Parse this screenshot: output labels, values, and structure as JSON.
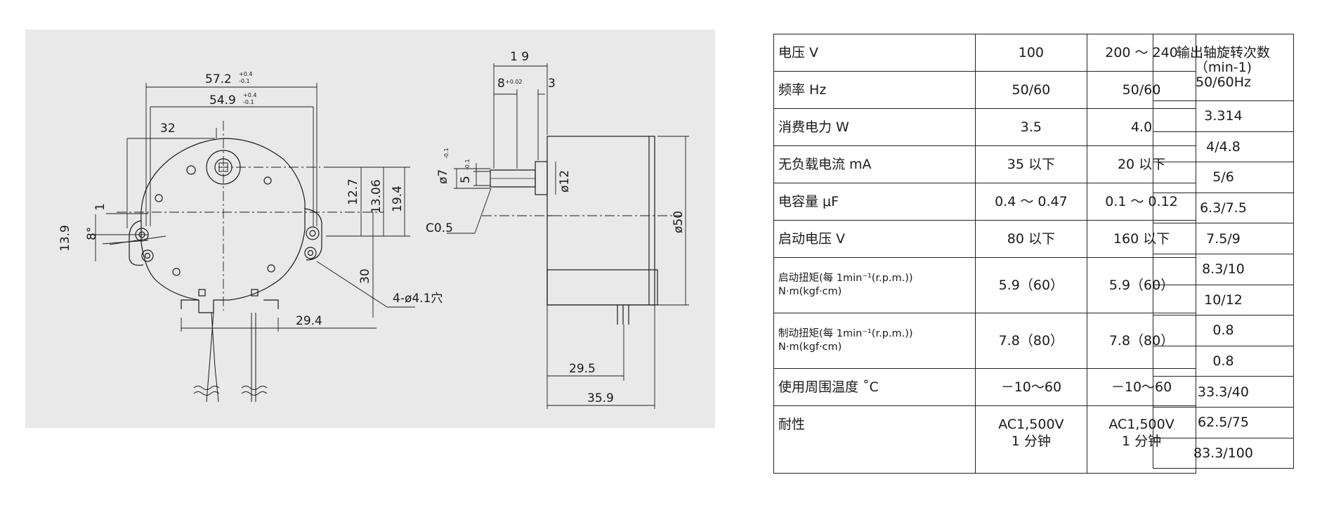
{
  "drawing": {
    "front_view": {
      "dim_total_width": "57.2",
      "dim_total_width_tol_top": "+0.4",
      "dim_total_width_tol_bottom": "-0.1",
      "dim_hole_pitch": "54.9",
      "dim_hole_pitch_tol_top": "+0.4",
      "dim_hole_pitch_tol_bottom": "-0.1",
      "dim_32": "32",
      "dim_1": "1",
      "dim_8deg": "8°",
      "dim_13_9": "13.9",
      "dim_12_7": "12.7",
      "dim_13_06": "13.06",
      "dim_19_4": "19.4",
      "dim_30": "30",
      "dim_29_4": "29.4",
      "hole_note": "4-ø4.1穴"
    },
    "side_view": {
      "dim_19": "1 9",
      "dim_8": "8",
      "dim_8_tol": "+0.02",
      "dim_3": "3",
      "dim_phi7": "ø7",
      "dim_phi7_tol": "-0.1",
      "dim_5": "5",
      "dim_5_tol": "-0.1",
      "dim_phi12": "ø12",
      "dim_c05": "C0.5",
      "dim_phi50": "ø50",
      "dim_29_5": "29.5",
      "dim_35_9": "35.9"
    }
  },
  "spec_table": {
    "rows": [
      {
        "label": "电压 V",
        "v1": "100",
        "v2": "200 ～ 240"
      },
      {
        "label": "频率 Hz",
        "v1": "50/60",
        "v2": "50/60"
      },
      {
        "label": "消费电力 W",
        "v1": "3.5",
        "v2": "4.0"
      },
      {
        "label": "无负载电流 mA",
        "v1": "35 以下",
        "v2": "20 以下"
      },
      {
        "label": "电容量 μF",
        "v1": "0.4 ～ 0.47",
        "v2": "0.1 ～ 0.12"
      },
      {
        "label": "启动电压 V",
        "v1": "80 以下",
        "v2": "160 以下"
      },
      {
        "label": "启动扭矩(每 1min⁻¹(r.p.m.))",
        "label2": "N·m(kgf·cm)",
        "v1": "5.9（60）",
        "v2": "5.9（60）"
      },
      {
        "label": "制动扭矩(每 1min⁻¹(r.p.m.))",
        "label2": "N·m(kgf·cm)",
        "v1": "7.8（80）",
        "v2": "7.8（80）"
      },
      {
        "label": "使用周围温度 ˚C",
        "v1": "－10～60",
        "v2": "－10～60"
      },
      {
        "label": "耐性",
        "v1": "AC1,500V",
        "v1b": "1 分钟",
        "v2": "AC1,500V",
        "v2b": "1 分钟"
      }
    ]
  },
  "speed_table": {
    "header": [
      "输出轴旋转次数",
      "（min-1)",
      "50/60Hz"
    ],
    "values": [
      "3.314",
      "4/4.8",
      "5/6",
      "6.3/7.5",
      "7.5/9",
      "8.3/10",
      "10/12",
      "0.8",
      "0.8",
      "33.3/40",
      "62.5/75",
      "83.3/100"
    ]
  }
}
